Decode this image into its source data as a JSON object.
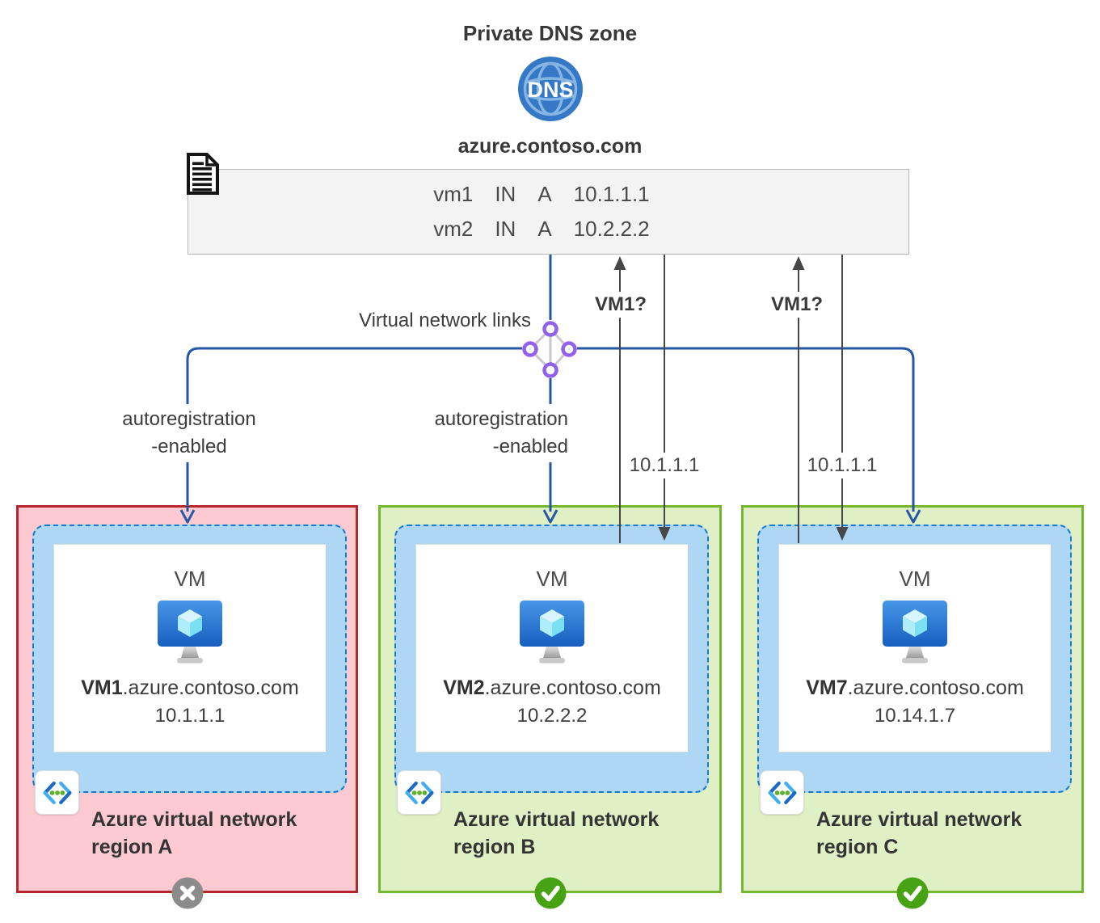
{
  "header": {
    "title": "Private DNS zone"
  },
  "dns": {
    "icon_label": "DNS",
    "zone_name": "azure.contoso.com"
  },
  "records": [
    {
      "name": "vm1",
      "record_class": "IN",
      "record_type": "A",
      "address": "10.1.1.1"
    },
    {
      "name": "vm2",
      "record_class": "IN",
      "record_type": "A",
      "address": "10.2.2.2"
    }
  ],
  "links": {
    "label": "Virtual network links"
  },
  "autoregistration": [
    {
      "line1": "autoregistration",
      "line2": "-enabled"
    },
    {
      "line1": "autoregistration",
      "line2": "-enabled"
    }
  ],
  "queries": [
    {
      "question": "VM1?",
      "answer": "10.1.1.1"
    },
    {
      "question": "VM1?",
      "answer": "10.1.1.1"
    }
  ],
  "regions": [
    {
      "vm_title": "VM",
      "vm_hostname": "VM1",
      "vm_domain_suffix": ".azure.contoso.com",
      "vm_ip": "10.1.1.1",
      "caption_line1": "Azure virtual network",
      "caption_line2": "region A",
      "status": "error"
    },
    {
      "vm_title": "VM",
      "vm_hostname": "VM2",
      "vm_domain_suffix": ".azure.contoso.com",
      "vm_ip": "10.2.2.2",
      "caption_line1": "Azure virtual network",
      "caption_line2": "region B",
      "status": "success"
    },
    {
      "vm_title": "VM",
      "vm_hostname": "VM7",
      "vm_domain_suffix": ".azure.contoso.com",
      "vm_ip": "10.14.1.7",
      "caption_line1": "Azure virtual network",
      "caption_line2": "region C",
      "status": "success"
    }
  ],
  "icons": {
    "dns": "dns-globe-icon",
    "record_file": "document-icon",
    "vnet_links": "virtual-network-links-icon",
    "vm": "vm-monitor-icon",
    "vnet": "virtual-network-icon",
    "error": "error-x-icon",
    "success": "success-check-icon"
  },
  "colors": {
    "link_blue": "#2457a6",
    "arrow_gray": "#474747",
    "dns_blue": "#3478c6",
    "purple_node": "#9161e9",
    "region_a_fill": "#fccad0",
    "region_a_border": "#b6252b",
    "region_ok_fill": "#e0f0c5",
    "region_ok_border": "#72b72e",
    "subnet_fill": "#aed7f5",
    "subnet_border": "#1779cc",
    "record_box_fill": "#f3f3f3",
    "error_gray": "#8b8b8b",
    "success_green": "#48a314"
  }
}
